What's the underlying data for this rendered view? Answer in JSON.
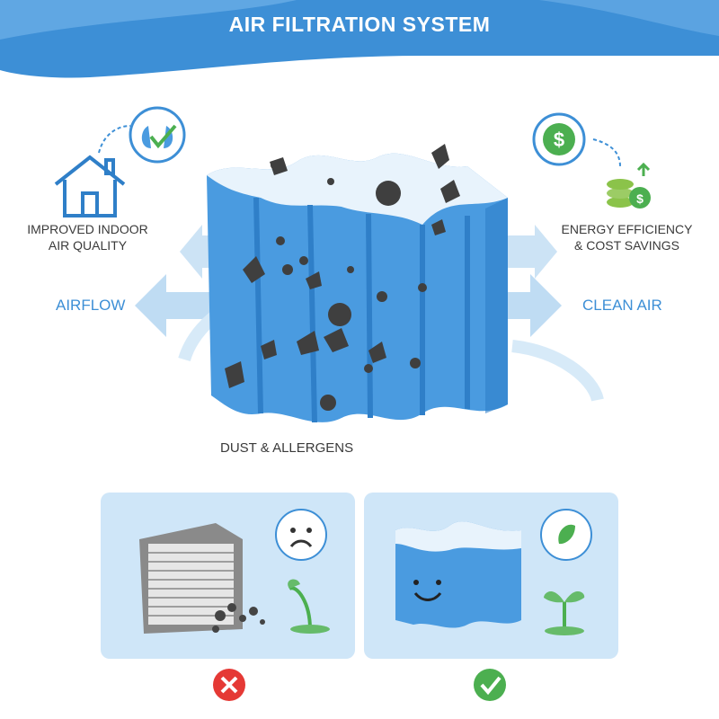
{
  "header": {
    "title": "AIR FILTRATION SYSTEM"
  },
  "labels": {
    "indoor_air_line1": "IMPROVED INDOOR",
    "indoor_air_line2": "AIR QUALITY",
    "energy_line1": "ENERGY EFFICIENCY",
    "energy_line2": "& COST SAVINGS",
    "airflow": "AIRFLOW",
    "clean_air": "CLEAN AIR",
    "dust": "DUST & ALLERGENS"
  },
  "colors": {
    "primary_blue": "#3d8fd6",
    "filter_blue": "#4a9be0",
    "arrow_blue": "#bfdcf3",
    "panel_bg": "#cfe6f8",
    "green": "#4caf50",
    "red": "#e53935"
  },
  "icons": {
    "indoor": "house-icon",
    "lungs": "lungs-check-icon",
    "savings": "dollar-coins-icon",
    "bad": "x-icon",
    "good": "check-icon"
  }
}
